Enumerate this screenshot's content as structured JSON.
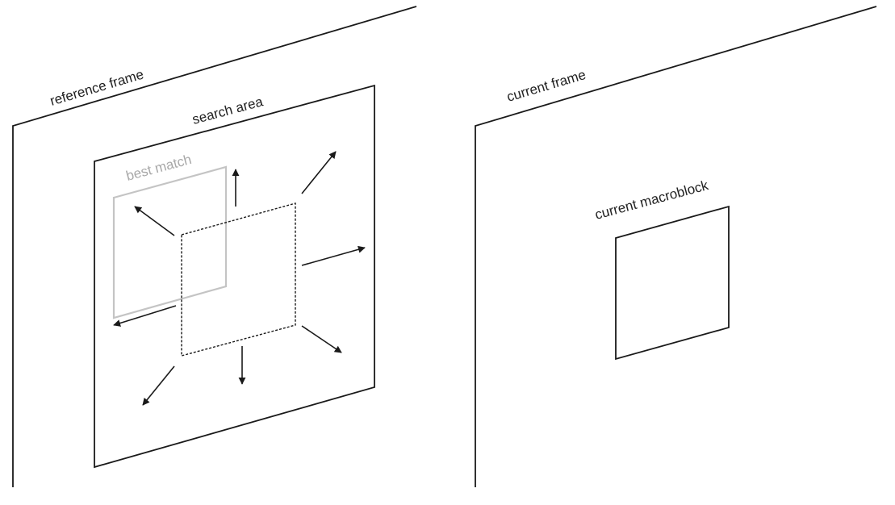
{
  "labels": {
    "reference_frame": "reference frame",
    "search_area": "search area",
    "best_match": "best match",
    "current_frame": "current frame",
    "current_macroblock": "current macroblock"
  },
  "colors": {
    "line": "#1a1a1a",
    "best_match": "#c4c4c4",
    "best_match_text": "#a8a8a8",
    "background": "#ffffff"
  }
}
